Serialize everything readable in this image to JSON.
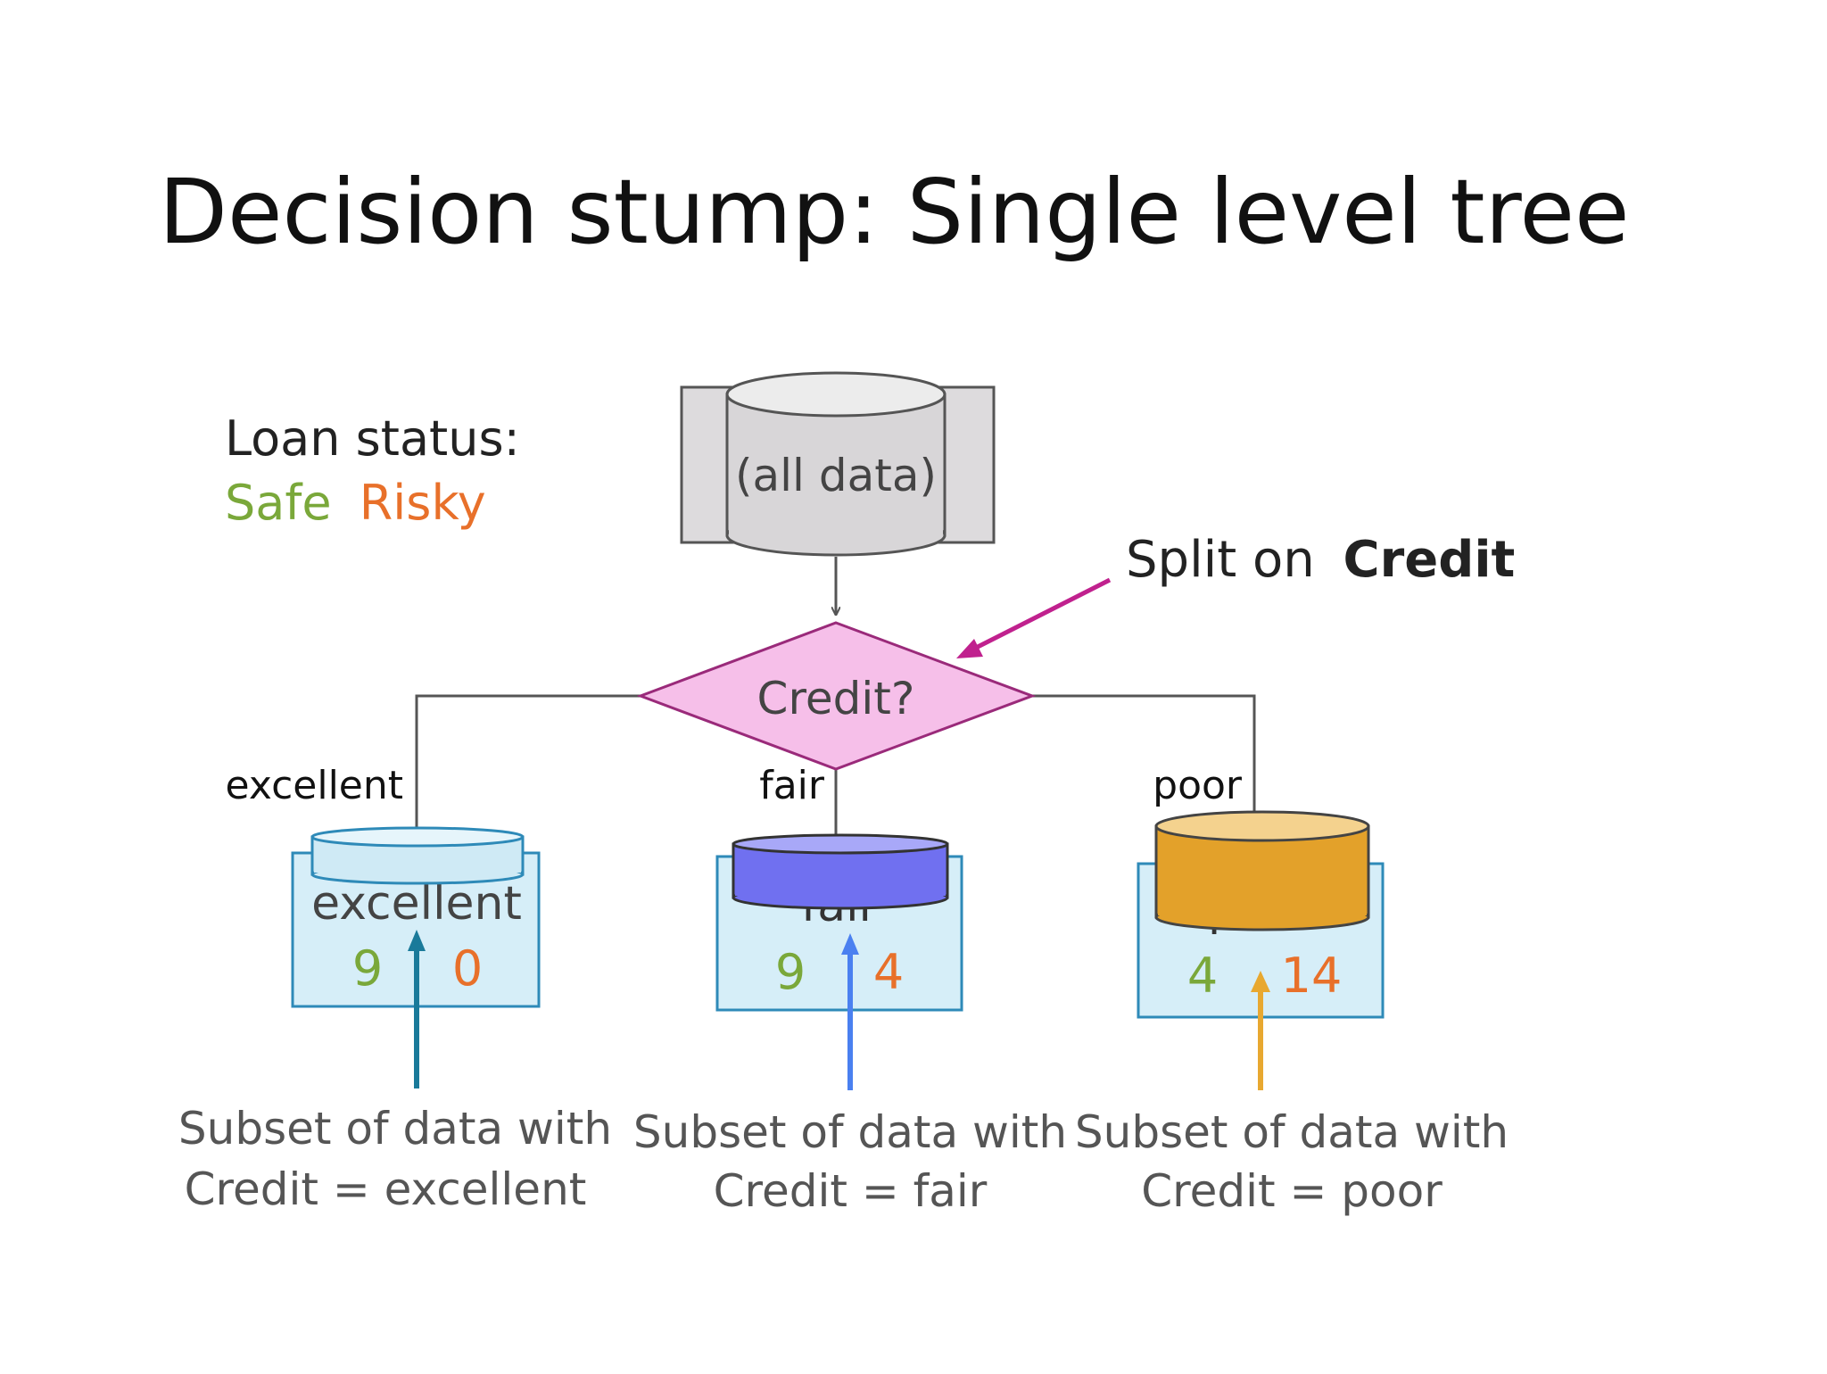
{
  "title": "Decision stump: Single level tree",
  "legend": {
    "heading": "Loan status:",
    "safe": "Safe",
    "risky": "Risky"
  },
  "root": {
    "label": "(all data)"
  },
  "split": {
    "question": "Credit?",
    "annotation_prefix": "Split on",
    "annotation_feature": "Credit"
  },
  "branches": [
    {
      "edge_label": "excellent",
      "node_label": "excellent",
      "safe": "9",
      "risky": "0",
      "caption_line1": "Subset of data with",
      "caption_line2": "Credit = excellent"
    },
    {
      "edge_label": "fair",
      "node_label": "fair",
      "safe": "9",
      "risky": "4",
      "caption_line1": "Subset of data with",
      "caption_line2": "Credit = fair"
    },
    {
      "edge_label": "poor",
      "node_label": "poor",
      "safe": "4",
      "risky": "14",
      "caption_line1": "Subset of data with",
      "caption_line2": "Credit = poor"
    }
  ],
  "colors": {
    "safe": "#7aa83a",
    "risky": "#e8702a",
    "box_fill": "#d6eef8",
    "box_stroke": "#2e8ab8",
    "diamond_fill": "#f6bfe9",
    "diamond_stroke": "#9a2a7a",
    "annotation_arrow": "#c0218e",
    "cyl_excellent": "#cfeaf5",
    "cyl_fair": "#7070f0",
    "cyl_poor": "#e3a12a",
    "arrow_excellent": "#1a7a9a",
    "arrow_fair": "#4a80f0",
    "arrow_poor": "#e8a830"
  }
}
